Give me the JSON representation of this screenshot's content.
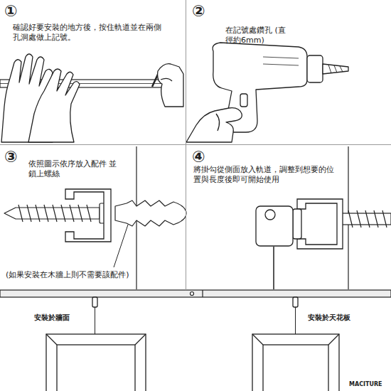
{
  "diagram": {
    "nodes": [
      {
        "text": [
          "①",
          "確認好要安裝的地方後，按住軌道並在兩側孔洞處做上記號。"
        ]
      },
      {
        "text": [
          "②",
          "在記號處鑽孔 (直徑約6mm)"
        ]
      },
      {
        "text": [
          "③",
          "依照圖示依序放入配件 並鎖上螺絲",
          "(如果安裝在木牆上則不需要該配件)"
        ]
      },
      {
        "text": [
          "④",
          "將掛勾從側面放入軌道，調整到想要的位置與長度後即可開始使用"
        ]
      }
    ],
    "labels": [
      "安裝於牆面",
      "安裝於天花板",
      "MACITURE"
    ]
  }
}
